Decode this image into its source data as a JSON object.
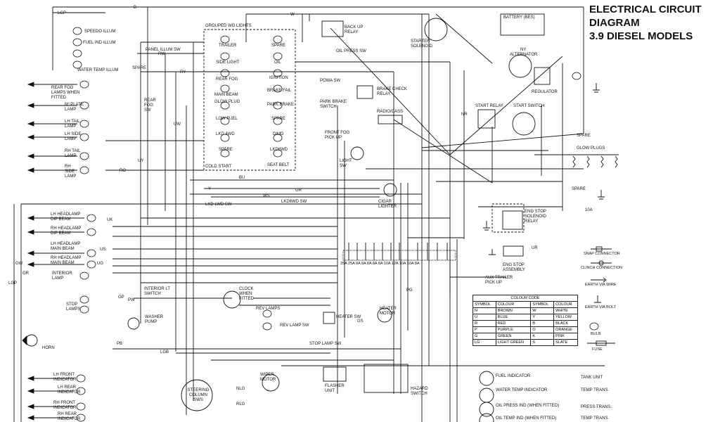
{
  "title": {
    "line1": "ELECTRICAL CIRCUIT",
    "line2": "DIAGRAM",
    "line3": "3.9 DIESEL MODELS"
  },
  "labels": {
    "lgp_top": "LGP",
    "speedo_illum": "SPEEDO ILLUM",
    "fuel_ind_illum": "FUEL IND ILLUM",
    "water_temp_illum": "WATER TEMP ILLUM",
    "panel_illum_sw": "PANEL ILLUM SW",
    "grouped_wg_lights": "GROUPED WG LIGHTS",
    "trailer": "TRAILER",
    "side_light": "SIDE LIGHT",
    "rear_fog": "REAR FOG",
    "main_beam": "MAIN BEAM",
    "glow_plug": "GLOW PLUG",
    "low_fuel": "LOW FUEL",
    "lkd_4wd": "LKD 4WD",
    "spare_left": "SPARE",
    "cold_start": "COLD START",
    "spare_r1": "SPARE",
    "oil": "OIL",
    "ignition": "IGNITION",
    "brake_fail": "BRAKE FAIL",
    "park_brake": "PARK BRAKE",
    "spare_r2": "SPARE",
    "dimd": "DIMD",
    "lkd_6wd": "LKD6WD",
    "seat_belt": "SEAT BELT",
    "back_up_relay": "BACK UP RELAY",
    "oil_press_sw": "OIL PRESS SW",
    "starter_solenoid": "STARTER SOLENOID",
    "battery": "BATTERY (BES)",
    "alternator": "ALTERNATOR",
    "regulator": "REGULATOR",
    "powa_sw": "POWA SW",
    "brake_check_relay": "BRAKE CHECK RELAY",
    "park_brake_switch": "PARK BRAKE SWITCH",
    "radio_cass": "RADIO/CASS",
    "start_relay": "START RELAY",
    "start_switch": "START SWITCH",
    "glow_plugs": "GLOW PLUGS",
    "front_fog_pick_up": "FRONT FOG PICK UP",
    "light_sw": "LIGHT SW",
    "cigar_lighter": "CIGAR LIGHTER",
    "spare_bolt": "SPARE",
    "spare_mid": "SPARE",
    "rear_fog_lamps": "REAR FOG LAMPS WHEN FITTED",
    "no_plate_lamp": "Nº PLATE LAMP",
    "lh_tail_lamp": "LH TAIL LAMP",
    "lh_side_lamp": "LH SIDE LAMP",
    "rh_tail_lamp": "RH TAIL LAMP",
    "rh_side_lamp": "RH SIDE LAMP",
    "rear_fog_sw": "REAR FOG SW",
    "lkd_lwd_sw": "LKD LWD SW",
    "lkd_6wd_sw": "LKD6WD SW",
    "eng_stop_solenoid": "ENG STOP SOLENOID RELAY",
    "eng_stop_assembly": "ENG STOP ASSEMBLY",
    "fuse_10a": "10A",
    "lh_headlamp_dip": "LH HEADLAMP DIP BEAM",
    "rh_headlamp_dip": "RH HEADLAMP DIP BEAM",
    "lh_headlamp_main": "LH HEADLAMP MAIN BEAM",
    "rh_headlamp_main": "RH HEADLAMP MAIN BEAM",
    "interior_lamp": "INTERIOR LAMP",
    "stop_lamps": "STOP LAMPS",
    "interior_lt_switch": "INTERIOR LT SWITCH",
    "clock": "CLOCK WHEN FITTED",
    "rev_lamps": "REV LAMPS",
    "rev_lamp_sw": "REV LAMP SW",
    "heater_sw": "HEATER SW",
    "heater_motor": "HEATER MOTOR",
    "aux_trailer": "AUX TRAILER PICK UP",
    "washer_pump": "WASHER PUMP",
    "horn": "HORN",
    "stop_lamp_sw": "STOP LAMP SW",
    "lh_front_ind": "LH FRONT INDICATOR",
    "lh_rear_ind": "LH REAR INDICATOR",
    "rh_front_ind": "RH FRONT INDICATOR",
    "rh_rear_ind": "RH REAR INDICATOR",
    "steering_column": "STEERING COLUMN SWS",
    "wiper_motor": "WIPER MOTOR",
    "flasher_unit": "FLASHER UNIT",
    "hazard_switch": "HAZARD SWITCH",
    "fuel_indicator": "FUEL INDICATOR",
    "tank_unit": "TANK UNIT",
    "water_temp_indicator": "WATER TEMP INDICATOR",
    "temp_trans": "TEMP TRANS.",
    "oil_press_ind": "OIL PRESS IND (WHEN FITTED)",
    "press_trans": "PRESS TRANS.",
    "oil_temp_ind": "OIL TEMP IND (WHEN FITTED)",
    "temp_trans2": "TEMP TRANS.",
    "fuses": "25A 25A 8A 8A 8A 8A 8A 10A 12A 10A 10A 8A"
  },
  "wire_codes": {
    "left": [
      "GW",
      "GR",
      "LGP"
    ],
    "misc": [
      "B",
      "W",
      "RW",
      "RY",
      "RO",
      "UY",
      "UW",
      "UK",
      "US",
      "UG",
      "US",
      "GP",
      "PB",
      "GS",
      "NY",
      "NR",
      "BU",
      "Y",
      "GR",
      "WS",
      "PG",
      "LGB",
      "RLG",
      "NLG",
      "PW",
      "UR"
    ]
  },
  "colour_code": {
    "title": "COLOUR CODE",
    "headers": [
      "SYMBOL",
      "COLOUR",
      "SYMBOL",
      "COLOUR"
    ],
    "rows": [
      [
        "N",
        "BROWN",
        "W",
        "WHITE"
      ],
      [
        "U",
        "BLUE",
        "Y",
        "YELLOW"
      ],
      [
        "R",
        "RED",
        "B",
        "BLACK"
      ],
      [
        "P",
        "PURPLE",
        "O",
        "ORANGE"
      ],
      [
        "G",
        "GREEN",
        "K",
        "PINK"
      ],
      [
        "LG",
        "LIGHT GREEN",
        "S",
        "SLATE"
      ]
    ]
  },
  "legend": {
    "snap_connector": "SNAP CONNECTOR",
    "clinch_connection": "CLINCH CONNECTION",
    "earth_via_wire": "EARTH VIA WIRE",
    "earth_via_bolt": "EARTH VIA BOLT",
    "bulb": "BULB",
    "fuse": "FUSE"
  },
  "colors": {
    "ink": "#111111",
    "paper": "#ffffff"
  }
}
